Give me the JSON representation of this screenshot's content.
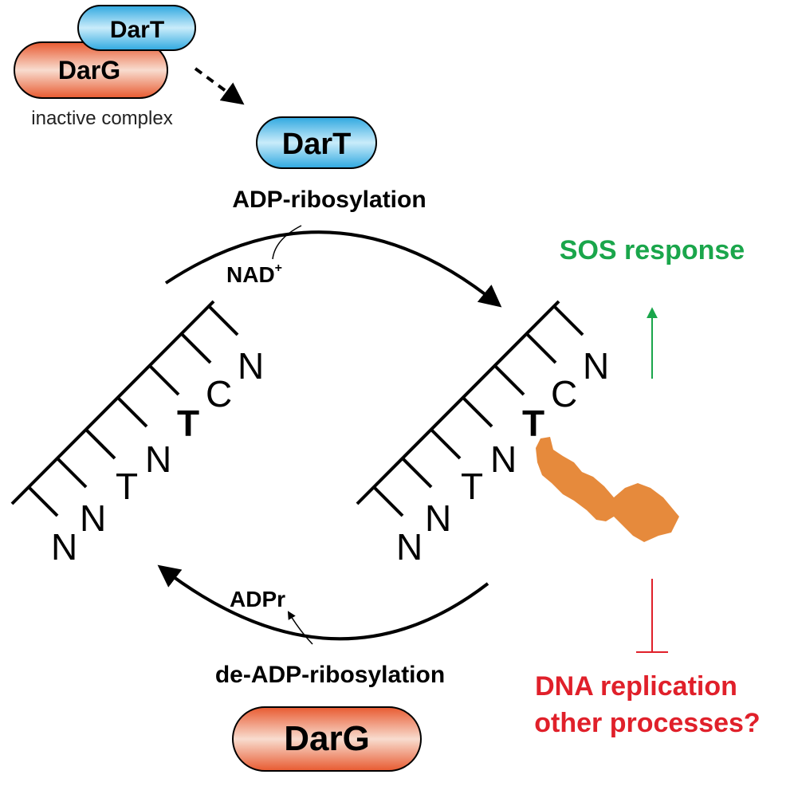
{
  "complex": {
    "dart_label": "DarT",
    "darg_label": "DarG",
    "caption": "inactive complex"
  },
  "dart_pill": {
    "label": "DarT"
  },
  "darg_pill": {
    "label": "DarG"
  },
  "cycle": {
    "top_label": "ADP-ribosylation",
    "cofactor": "NAD",
    "cofactor_charge": "+",
    "bottom_label": "de-ADP-ribosylation",
    "released": "ADPr"
  },
  "dna_left": {
    "bases": [
      "N",
      "N",
      "T",
      "N",
      "T",
      "C",
      "N"
    ]
  },
  "dna_right": {
    "bases": [
      "N",
      "N",
      "T",
      "N",
      "T",
      "C",
      "N"
    ]
  },
  "effects": {
    "activated": "SOS response",
    "inhibited_line1": "DNA replication",
    "inhibited_line2": "other processes?"
  },
  "colors": {
    "dart_fill": "#3db3e6",
    "darg_fill": "#e8653a",
    "adpr_group": "#e68a3c",
    "activation": "#1aa64b",
    "inhibition": "#e0202a",
    "ink": "#000000"
  }
}
